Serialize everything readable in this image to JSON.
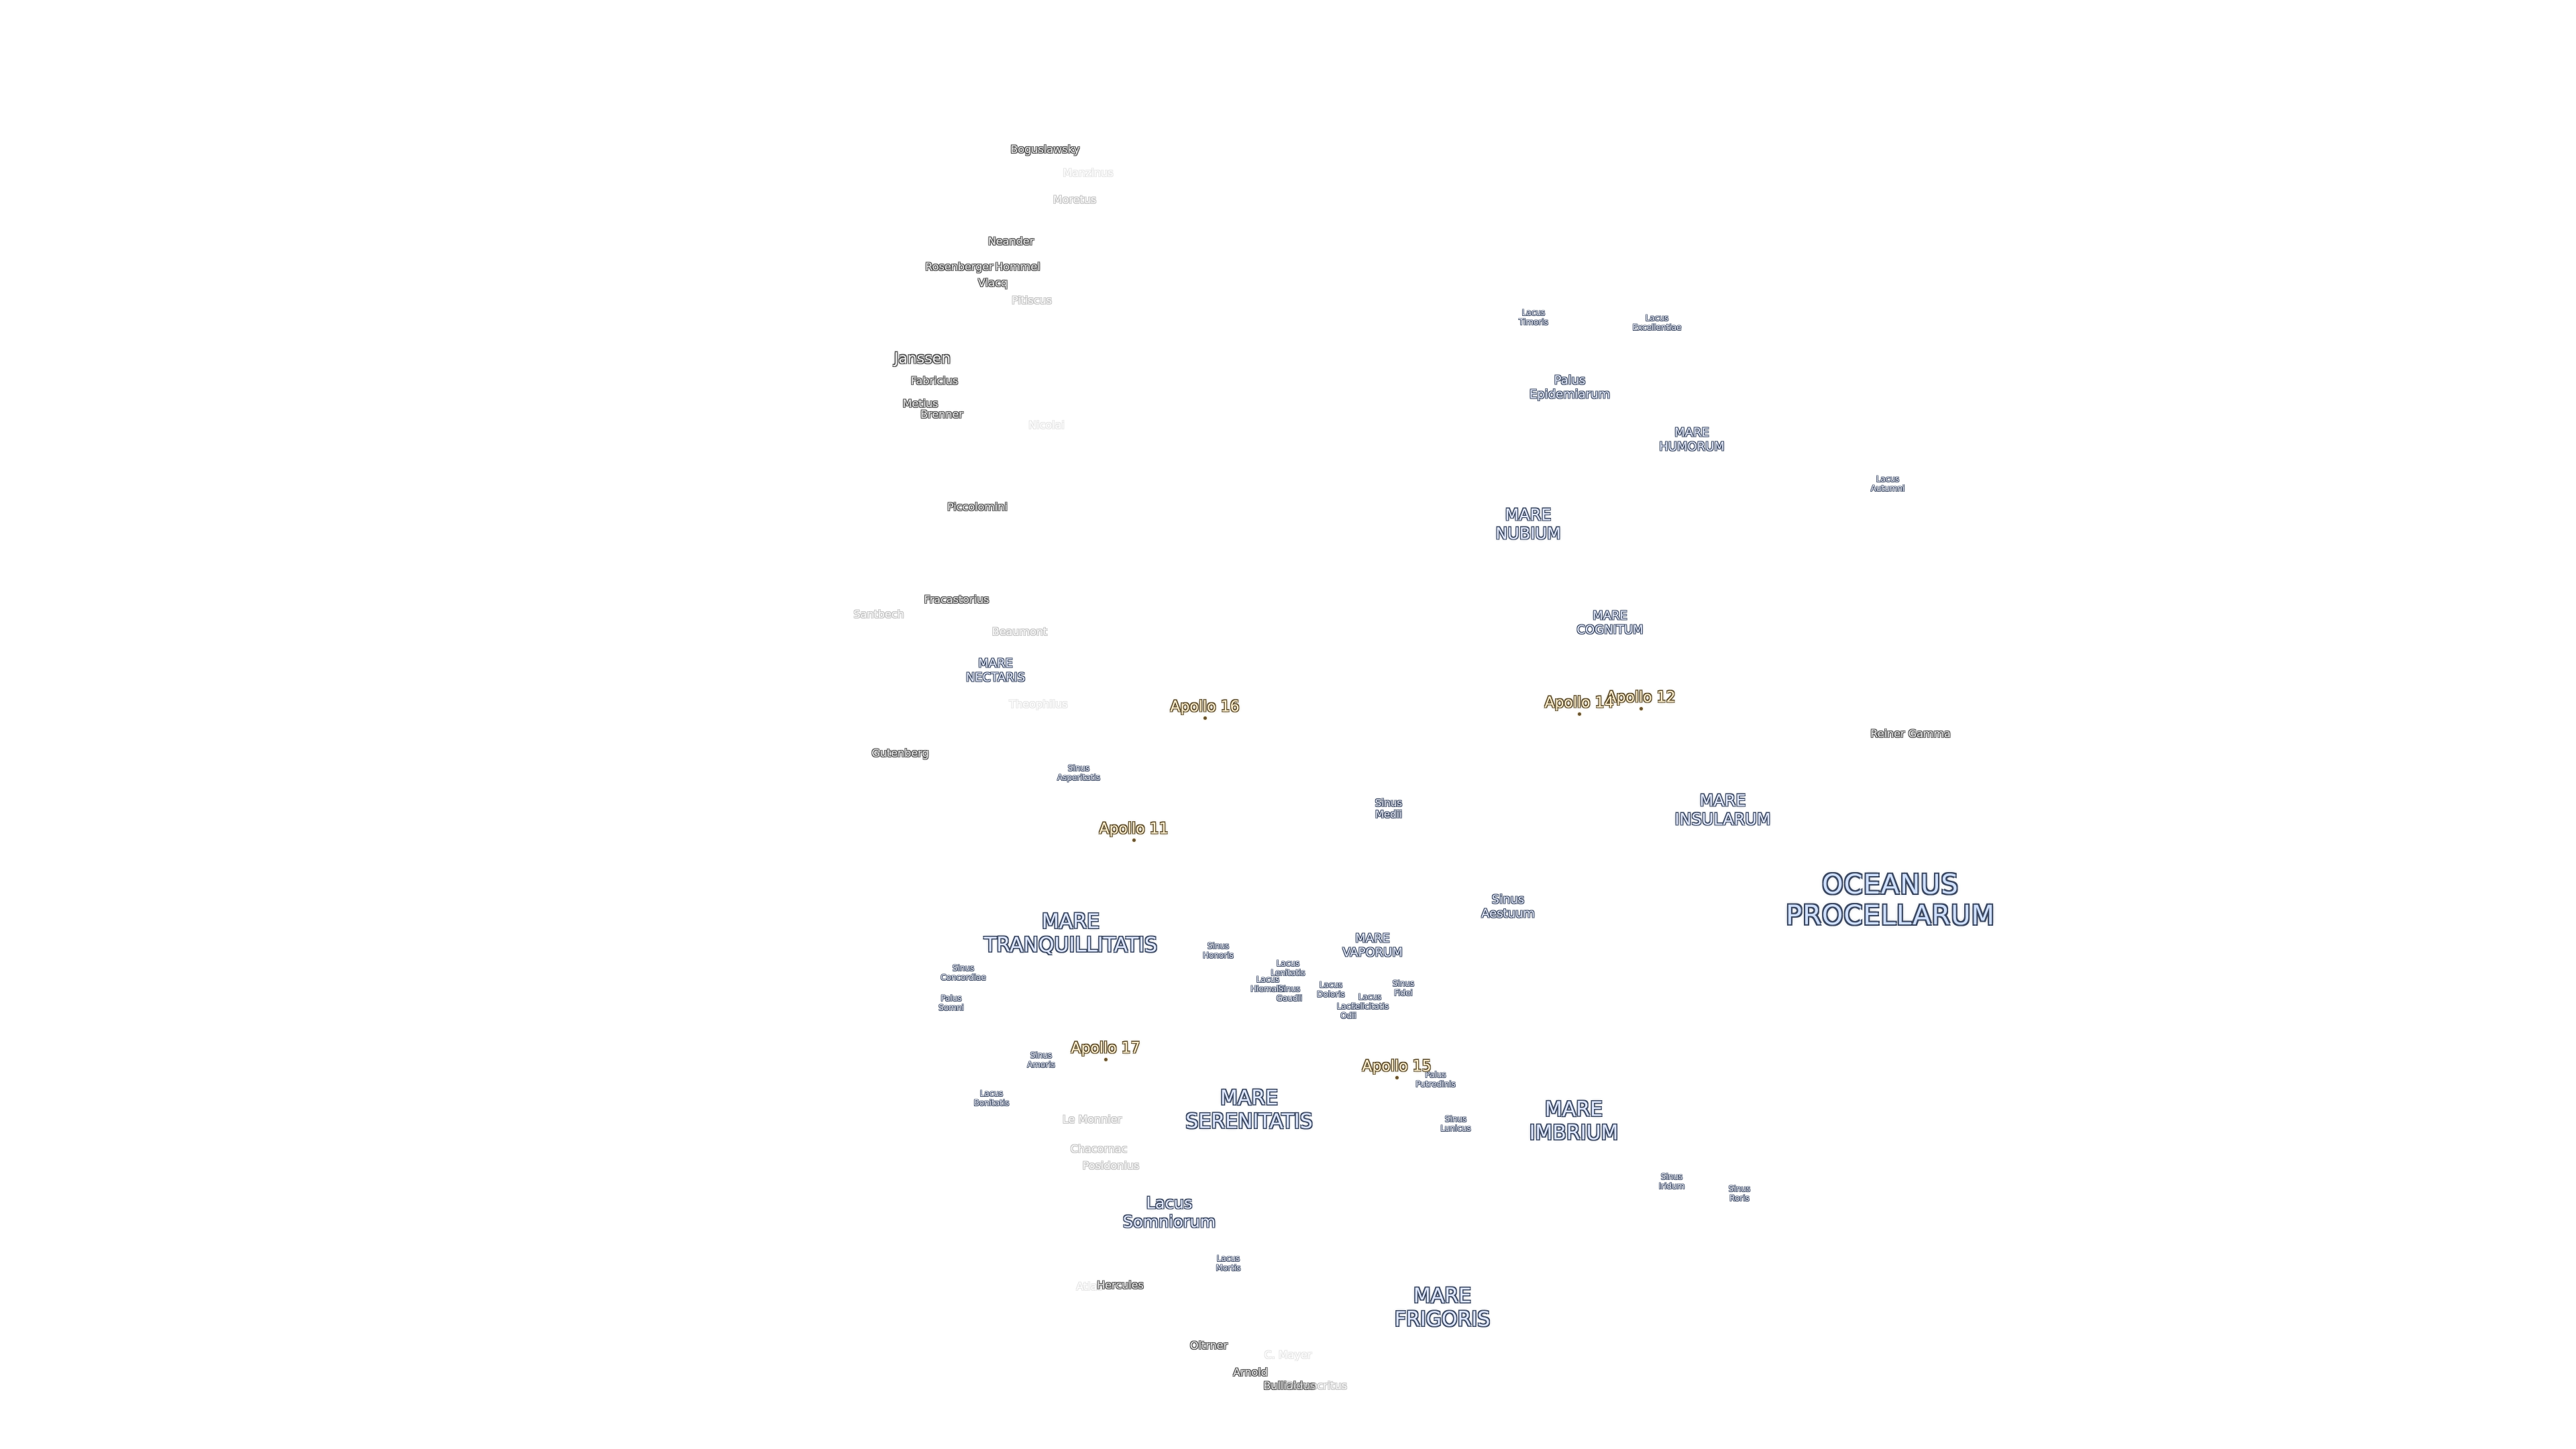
{
  "map": {
    "labels": [
      {
        "id": "oceanus-procellarum",
        "kind": "ocean",
        "lines": [
          "OCEANUS",
          "PROCELLARUM"
        ]
      },
      {
        "id": "mare-tranquillitatis",
        "kind": "mare-l",
        "lines": [
          "MARE",
          "TRANQUILLITATIS"
        ]
      },
      {
        "id": "mare-serenitatis",
        "kind": "mare-l",
        "lines": [
          "MARE",
          "SERENITATIS"
        ]
      },
      {
        "id": "mare-imbrium",
        "kind": "mare-l",
        "lines": [
          "MARE",
          "IMBRIUM"
        ]
      },
      {
        "id": "mare-frigoris",
        "kind": "mare-l",
        "lines": [
          "MARE",
          "FRIGORIS"
        ]
      },
      {
        "id": "mare-nubium",
        "kind": "mare",
        "lines": [
          "MARE",
          "NUBIUM"
        ]
      },
      {
        "id": "mare-humorum",
        "kind": "mare-s",
        "lines": [
          "MARE",
          "HUMORUM"
        ]
      },
      {
        "id": "mare-insularum",
        "kind": "mare",
        "lines": [
          "MARE",
          "INSULARUM"
        ]
      },
      {
        "id": "mare-cognitum",
        "kind": "mare-s",
        "lines": [
          "MARE",
          "COGNITUM"
        ]
      },
      {
        "id": "mare-nectaris",
        "kind": "mare-s",
        "lines": [
          "MARE",
          "NECTARIS"
        ]
      },
      {
        "id": "mare-vaporum",
        "kind": "mare-s",
        "lines": [
          "MARE",
          "VAPORUM"
        ]
      },
      {
        "id": "lacus-somniorum",
        "kind": "mare",
        "lines": [
          "Lacus",
          "Somniorum"
        ]
      },
      {
        "id": "sinus-aestuum",
        "kind": "mare-s",
        "lines": [
          "Sinus",
          "Aestuum"
        ]
      },
      {
        "id": "palus-epidemiarum",
        "kind": "mare-s",
        "lines": [
          "Palus",
          "Epidemiarum"
        ]
      },
      {
        "id": "lacus-timoris",
        "kind": "minor-xs",
        "lines": [
          "Lacus",
          "Timoris"
        ]
      },
      {
        "id": "lacus-excellentiae",
        "kind": "minor-xs",
        "lines": [
          "Lacus",
          "Excellentiae"
        ]
      },
      {
        "id": "lacus-autumni",
        "kind": "minor-xs",
        "lines": [
          "Lacus",
          "Autumni"
        ]
      },
      {
        "id": "sinus-asperitatis",
        "kind": "minor-xs",
        "lines": [
          "Sinus",
          "Asperitatis"
        ]
      },
      {
        "id": "sinus-medii",
        "kind": "minor",
        "lines": [
          "Sinus",
          "Medii"
        ]
      },
      {
        "id": "sinus-concordiae",
        "kind": "minor-xs",
        "lines": [
          "Sinus",
          "Concordiae"
        ]
      },
      {
        "id": "palus-somni",
        "kind": "minor-xs",
        "lines": [
          "Palus",
          "Somni"
        ]
      },
      {
        "id": "sinus-honoris",
        "kind": "minor-xs",
        "lines": [
          "Sinus",
          "Honoris"
        ]
      },
      {
        "id": "lacus-lenitatis",
        "kind": "minor-xs",
        "lines": [
          "Lacus",
          "Lenitatis"
        ]
      },
      {
        "id": "lacus-hiemalis",
        "kind": "minor-xs",
        "lines": [
          "Lacus",
          "Hiemalis"
        ]
      },
      {
        "id": "sinus-gaudii",
        "kind": "minor-xs",
        "lines": [
          "Sinus",
          "Gaudii"
        ]
      },
      {
        "id": "lacus-doloris",
        "kind": "minor-xs",
        "lines": [
          "Lacus",
          "Doloris"
        ]
      },
      {
        "id": "lacus-odii",
        "kind": "minor-xs",
        "lines": [
          "Lacus",
          "Odii"
        ]
      },
      {
        "id": "lacus-felicitatis",
        "kind": "minor-xs",
        "lines": [
          "Lacus",
          "Felicitatis"
        ]
      },
      {
        "id": "sinus-fidei",
        "kind": "minor-xs",
        "lines": [
          "Sinus",
          "Fidei"
        ]
      },
      {
        "id": "sinus-amoris",
        "kind": "minor-xs",
        "lines": [
          "Sinus",
          "Amoris"
        ]
      },
      {
        "id": "lacus-bonitatis",
        "kind": "minor-xs",
        "lines": [
          "Lacus",
          "Bonitatis"
        ]
      },
      {
        "id": "palus-putredinis",
        "kind": "minor-xs",
        "lines": [
          "Palus",
          "Putredinis"
        ]
      },
      {
        "id": "sinus-lunicus",
        "kind": "minor-xs",
        "lines": [
          "Sinus",
          "Lunicus"
        ]
      },
      {
        "id": "sinus-iridum",
        "kind": "minor-xs",
        "lines": [
          "Sinus",
          "Iridum"
        ]
      },
      {
        "id": "sinus-roris",
        "kind": "minor-xs",
        "lines": [
          "Sinus",
          "Roris"
        ]
      },
      {
        "id": "lacus-mortis",
        "kind": "minor-xs",
        "lines": [
          "Lacus",
          "Mortis"
        ]
      },
      {
        "id": "boguslawsky",
        "kind": "crater",
        "lines": [
          "Boguslawsky"
        ]
      },
      {
        "id": "manzinus",
        "kind": "crater-ghost",
        "lines": [
          "Manzinus"
        ]
      },
      {
        "id": "moretus",
        "kind": "crater-faint",
        "lines": [
          "Moretus"
        ]
      },
      {
        "id": "neander",
        "kind": "crater",
        "lines": [
          "Neander"
        ]
      },
      {
        "id": "rosenberger",
        "kind": "crater",
        "lines": [
          "Rosenberger"
        ]
      },
      {
        "id": "hommel",
        "kind": "crater",
        "lines": [
          "Hommel"
        ]
      },
      {
        "id": "vlacq",
        "kind": "crater",
        "lines": [
          "Vlacq"
        ]
      },
      {
        "id": "pitiscus",
        "kind": "crater-faint",
        "lines": [
          "Pitiscus"
        ]
      },
      {
        "id": "janssen",
        "kind": "crater-l",
        "lines": [
          "Janssen"
        ]
      },
      {
        "id": "fabricius",
        "kind": "crater",
        "lines": [
          "Fabricius"
        ]
      },
      {
        "id": "metius",
        "kind": "crater",
        "lines": [
          "Metius"
        ]
      },
      {
        "id": "brenner",
        "kind": "crater",
        "lines": [
          "Brenner"
        ]
      },
      {
        "id": "nicolai",
        "kind": "crater-ghost",
        "lines": [
          "Nicolai"
        ]
      },
      {
        "id": "piccolomini",
        "kind": "crater",
        "lines": [
          "Piccolomini"
        ]
      },
      {
        "id": "fracastorius",
        "kind": "crater",
        "lines": [
          "Fracastorius"
        ]
      },
      {
        "id": "santbech",
        "kind": "crater-faint",
        "lines": [
          "Santbech"
        ]
      },
      {
        "id": "beaumont",
        "kind": "crater-faint",
        "lines": [
          "Beaumont"
        ]
      },
      {
        "id": "theophilus",
        "kind": "crater-ghost",
        "lines": [
          "Theophilus"
        ]
      },
      {
        "id": "gutenberg",
        "kind": "crater",
        "lines": [
          "Gutenberg"
        ]
      },
      {
        "id": "reiner-gamma",
        "kind": "crater",
        "lines": [
          "Reiner Gamma"
        ]
      },
      {
        "id": "le-monnier",
        "kind": "crater-faint",
        "lines": [
          "Le Monnier"
        ]
      },
      {
        "id": "chacornac",
        "kind": "crater-faint",
        "lines": [
          "Chacornac"
        ]
      },
      {
        "id": "posidonius",
        "kind": "crater-faint",
        "lines": [
          "Posidonius"
        ]
      },
      {
        "id": "atlas",
        "kind": "crater-ghost",
        "lines": [
          "Atlas"
        ]
      },
      {
        "id": "hercules",
        "kind": "crater",
        "lines": [
          "Hercules"
        ]
      },
      {
        "id": "oltrner",
        "kind": "crater",
        "lines": [
          "Oltrner"
        ]
      },
      {
        "id": "c-mayer",
        "kind": "crater-ghost",
        "lines": [
          "C. Mayer"
        ]
      },
      {
        "id": "arnold",
        "kind": "crater",
        "lines": [
          "Arnold"
        ]
      },
      {
        "id": "bullialdus",
        "kind": "crater",
        "lines": [
          "Bullialdus"
        ]
      },
      {
        "id": "democritus",
        "kind": "crater-faint",
        "lines": [
          "Democritus"
        ]
      }
    ],
    "apollo_sites": [
      {
        "id": "apollo-11",
        "label": "Apollo 11"
      },
      {
        "id": "apollo-12",
        "label": "Apollo 12"
      },
      {
        "id": "apollo-14",
        "label": "Apollo 14"
      },
      {
        "id": "apollo-15",
        "label": "Apollo 15"
      },
      {
        "id": "apollo-16",
        "label": "Apollo 16"
      },
      {
        "id": "apollo-17",
        "label": "Apollo 17"
      }
    ],
    "colors": {
      "background": "#ffffff",
      "feature_text": "#dfe8ff",
      "feature_outline": "#3a4760",
      "crater_text": "#f2f2f2",
      "crater_outline": "#4a4a4a",
      "apollo_text": "#fff1d0",
      "apollo_outline": "#5a4a2a"
    }
  }
}
